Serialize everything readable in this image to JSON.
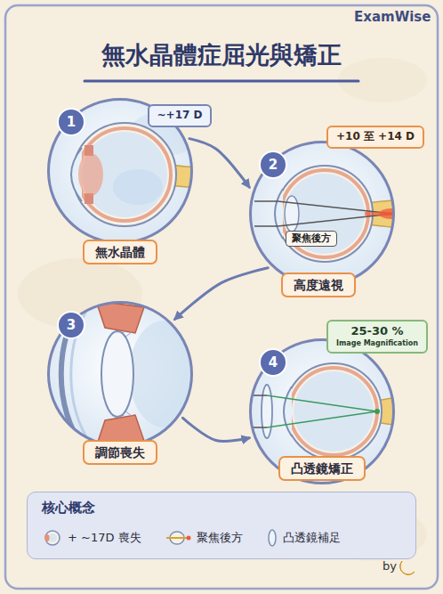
{
  "diagram": {
    "title": "無水晶體症屈光與矯正",
    "nodes": [
      {
        "text": [
          "1"
        ]
      },
      {
        "text": [
          "~+17 D"
        ]
      },
      {
        "text": [
          "無水晶體"
        ]
      },
      {
        "text": [
          "2"
        ]
      },
      {
        "text": [
          "+10 至 +14 D"
        ]
      },
      {
        "text": [
          "聚焦後方"
        ],
        "in": 3
      },
      {
        "text": [
          "高度遠視"
        ]
      },
      {
        "text": [
          "3"
        ]
      },
      {
        "text": [
          "調節喪失"
        ]
      },
      {
        "text": [
          "4"
        ]
      },
      {
        "text": [
          "25-30 %",
          "Image Magnification"
        ]
      },
      {
        "text": [
          "凸透鏡矯正"
        ]
      },
      {
        "text": [
          "核心概念"
        ]
      }
    ],
    "edges": [
      {
        "from": 0,
        "to": 3,
        "arrow": "to"
      },
      {
        "from": 3,
        "to": 7,
        "arrow": "to"
      },
      {
        "from": 7,
        "to": 9,
        "arrow": "to"
      }
    ],
    "labels": [
      "ExamWise",
      "by"
    ],
    "legend": [
      {
        "text": "+ ~17D 喪失"
      },
      {
        "text": "聚焦後方"
      },
      {
        "text": "凸透鏡補足"
      }
    ]
  }
}
